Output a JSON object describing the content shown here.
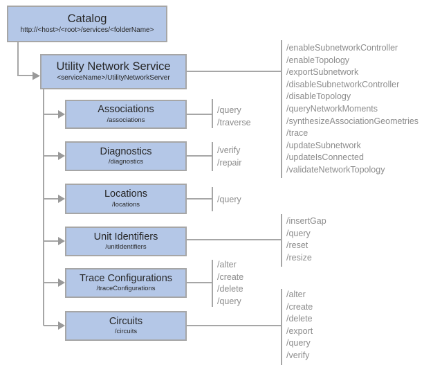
{
  "colors": {
    "box_fill": "#b4c7e7",
    "box_border": "#a6a6a6",
    "connector": "#a6a6a6",
    "arrow": "#999999",
    "ops_text": "#8c8c8c",
    "title_text": "#262626"
  },
  "boxes": {
    "catalog": {
      "title": "Catalog",
      "subtitle": "http://<host>/<root>/services/<folderName>"
    },
    "utility_network_service": {
      "title": "Utility Network Service",
      "subtitle": "<serviceName>/UtilityNetworkServer"
    },
    "associations": {
      "title": "Associations",
      "subtitle": "/associations"
    },
    "diagnostics": {
      "title": "Diagnostics",
      "subtitle": "/diagnostics"
    },
    "locations": {
      "title": "Locations",
      "subtitle": "/locations"
    },
    "unit_identifiers": {
      "title": "Unit Identifiers",
      "subtitle": "/unitIdentifiers"
    },
    "trace_configurations": {
      "title": "Trace Configurations",
      "subtitle": "/traceConfigurations"
    },
    "circuits": {
      "title": "Circuits",
      "subtitle": "/circuits"
    }
  },
  "operations": {
    "utility_network_service": [
      "/enableSubnetworkController",
      "/enableTopology",
      "/exportSubnetwork",
      "/disableSubnetworkController",
      "/disableTopology",
      "/queryNetworkMoments",
      "/synthesizeAssociationGeometries",
      "/trace",
      "/updateSubnetwork",
      "/updateIsConnected",
      "/validateNetworkTopology"
    ],
    "associations": [
      "/query",
      "/traverse"
    ],
    "diagnostics": [
      "/verify",
      "/repair"
    ],
    "locations": [
      "/query"
    ],
    "unit_identifiers": [
      "/insertGap",
      "/query",
      "/reset",
      "/resize"
    ],
    "trace_configurations": [
      "/alter",
      "/create",
      "/delete",
      "/query"
    ],
    "circuits": [
      "/alter",
      "/create",
      "/delete",
      "/export",
      "/query",
      "/verify"
    ]
  }
}
